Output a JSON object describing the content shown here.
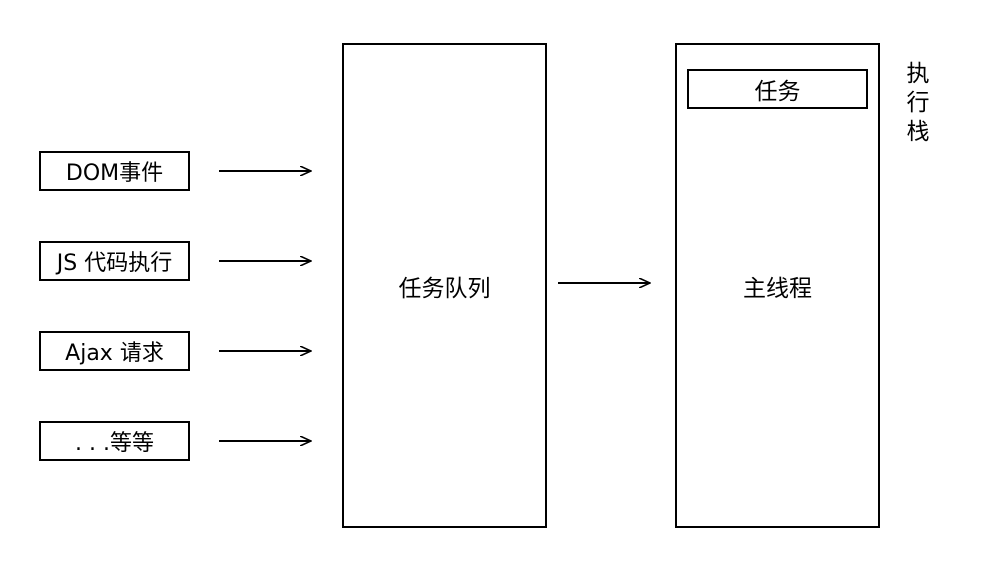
{
  "sources": [
    {
      "label": "DOM事件"
    },
    {
      "label": "JS 代码执行"
    },
    {
      "label": "Ajax 请求"
    },
    {
      "label": ". . .等等"
    }
  ],
  "task_queue": {
    "label": "任务队列"
  },
  "main_thread": {
    "label": "主线程"
  },
  "task_item": {
    "label": "任务"
  },
  "execution_stack": {
    "chars": [
      "执",
      "行",
      "栈"
    ]
  }
}
